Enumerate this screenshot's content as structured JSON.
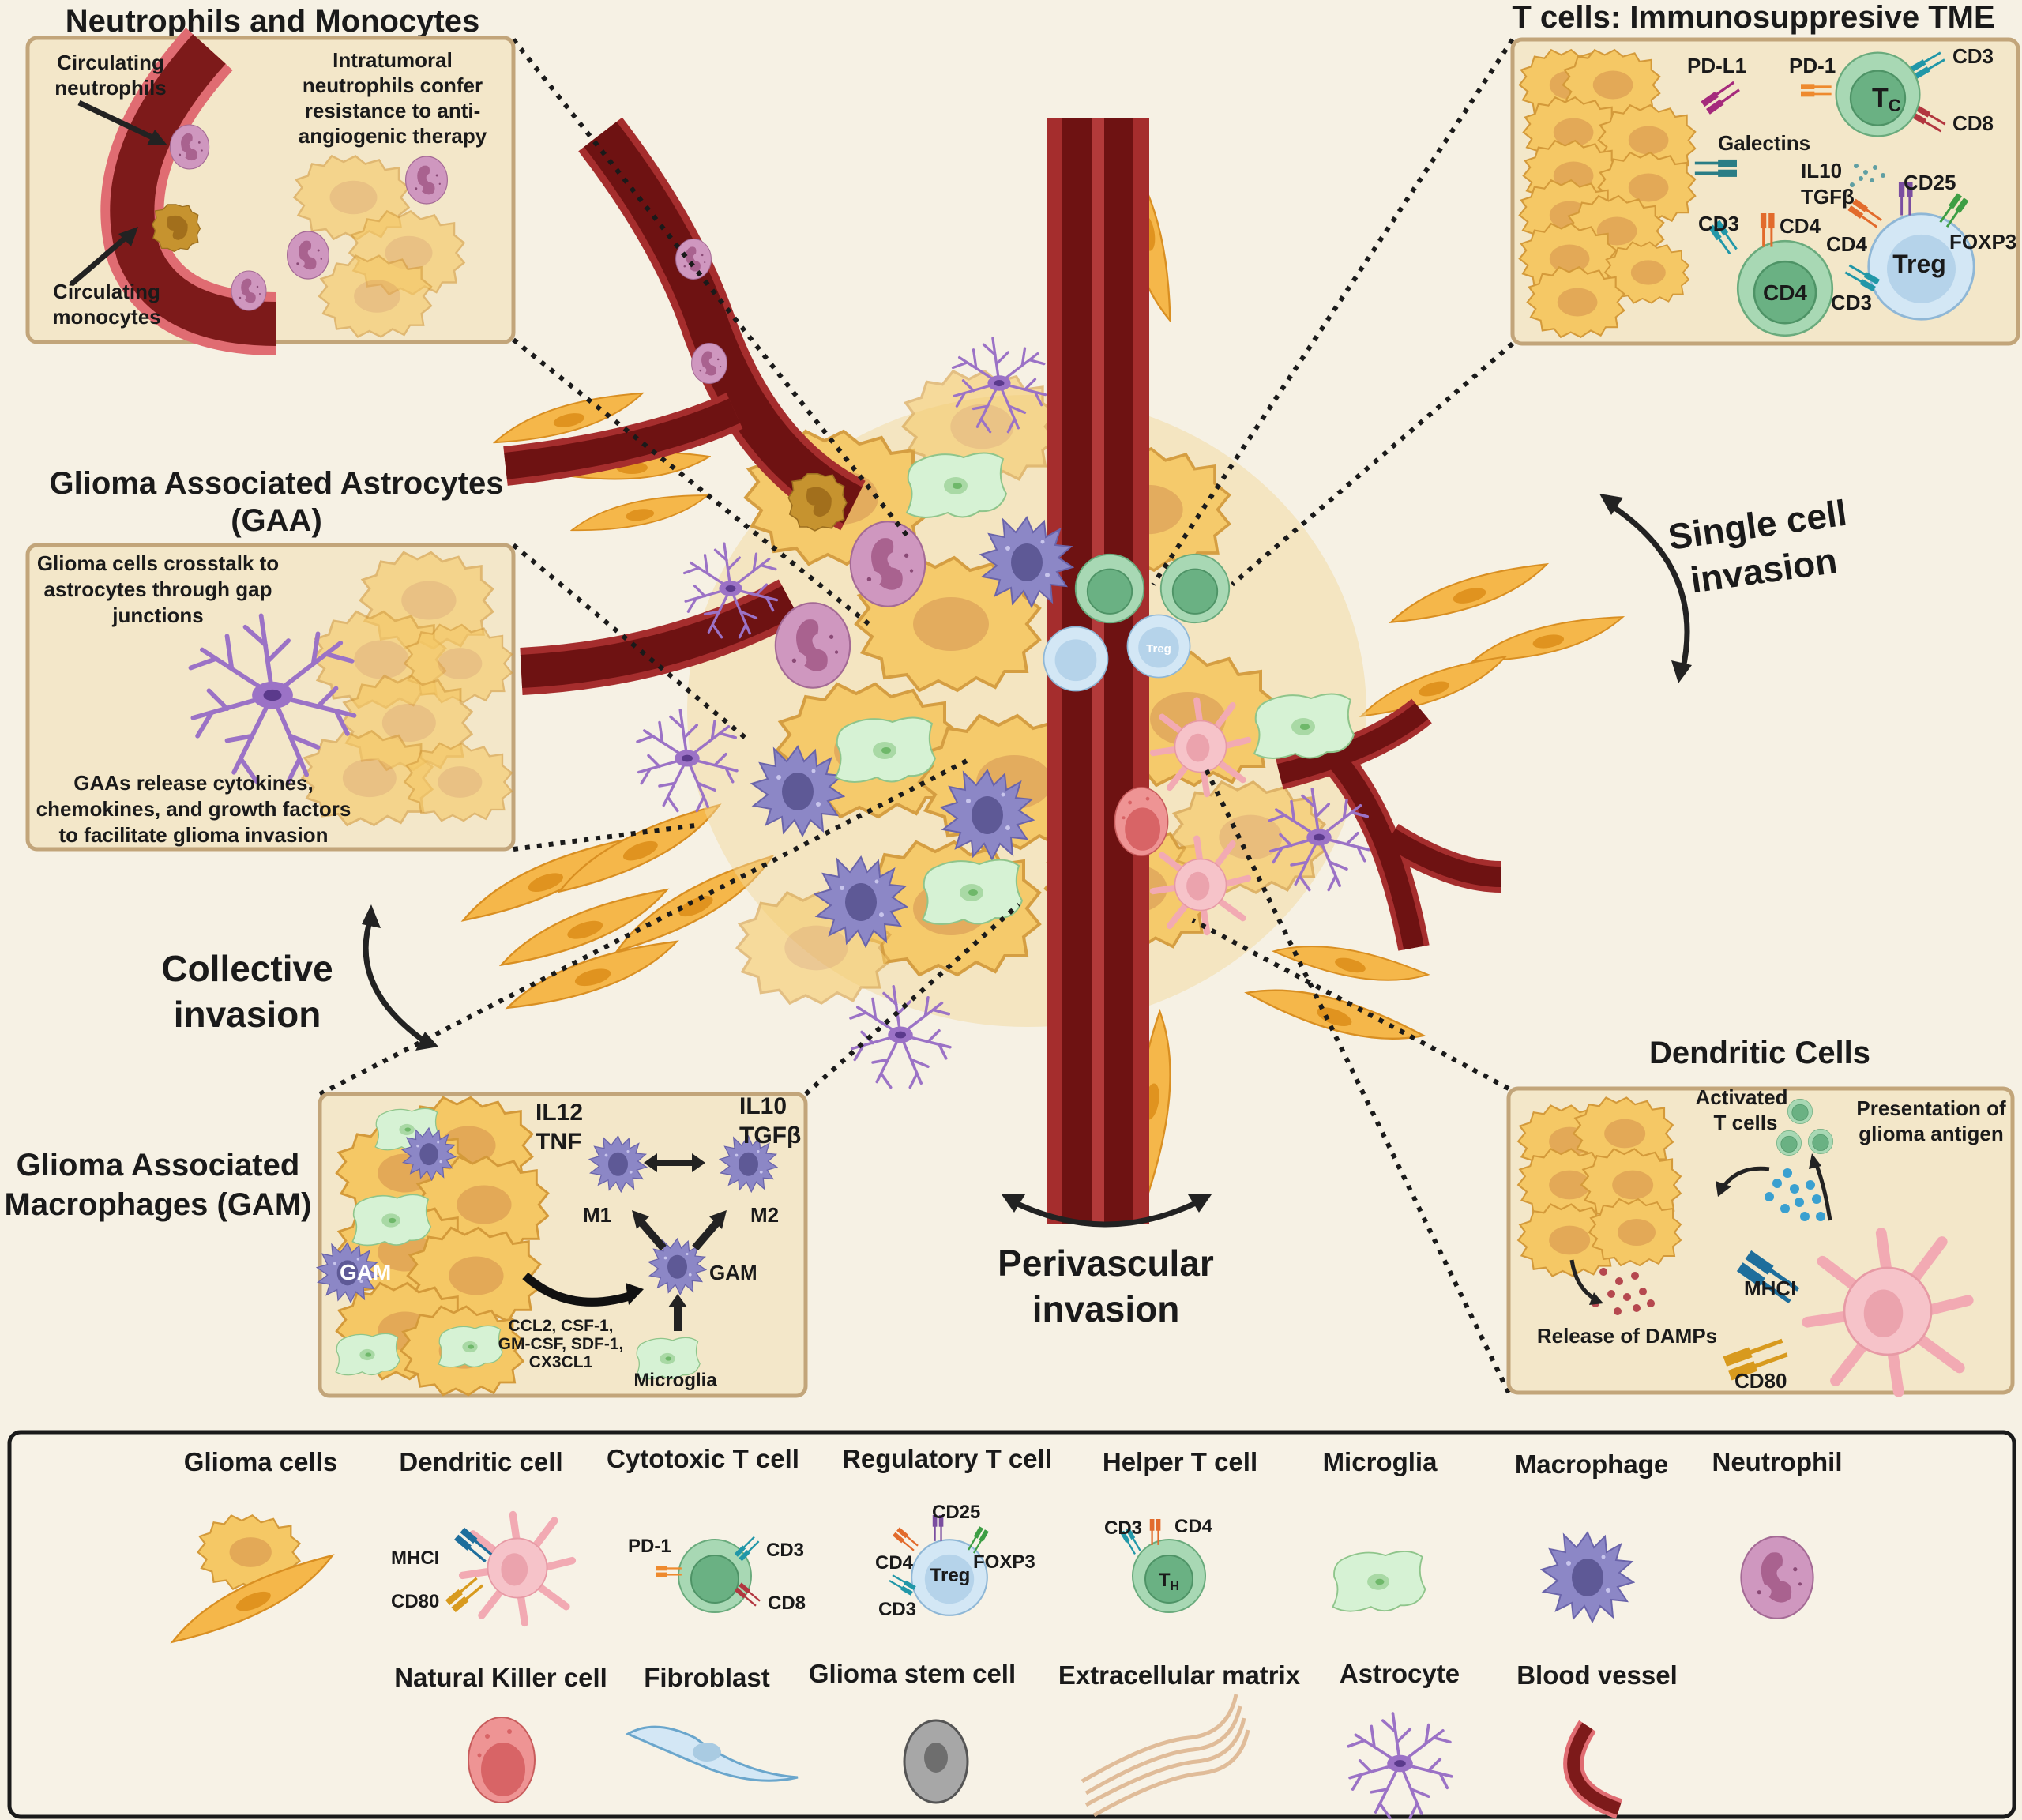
{
  "panels": {
    "neutrophils": {
      "title": "Neutrophils and Monocytes",
      "label_circ_neutrophils": [
        "Circulating",
        "neutrophils"
      ],
      "label_circ_monocytes": [
        "Circulating",
        "monocytes"
      ],
      "note": [
        "Intratumoral",
        "neutrophils confer",
        "resistance to anti-",
        "angiogenic therapy"
      ]
    },
    "gaa": {
      "title": [
        "Glioma Associated Astrocytes",
        "(GAA)"
      ],
      "note_top": [
        "Glioma cells crosstalk to",
        "astrocytes through gap",
        "junctions"
      ],
      "note_bottom": [
        "GAAs release cytokines,",
        "chemokines, and growth factors",
        "to facilitate glioma invasion"
      ]
    },
    "gam": {
      "title": [
        "Glioma Associated",
        "Macrophages (GAM)"
      ],
      "m1_cytokines": [
        "IL12",
        "TNF"
      ],
      "m2_cytokines": [
        "IL10",
        "TGFβ"
      ],
      "m1": "M1",
      "m2": "M2",
      "gam": "GAM",
      "gam_in_tissue": "GAM",
      "chemokines": [
        "CCL2, CSF-1,",
        "GM-CSF, SDF-1,",
        "CX3CL1"
      ],
      "microglia": "Microglia"
    },
    "tcells": {
      "title": "T cells: Immunosuppresive TME",
      "pdl1": "PD-L1",
      "pd1": "PD-1",
      "cd3_tc": "CD3",
      "cd8": "CD8",
      "tc_label": "T",
      "tc_sub": "C",
      "galectins": "Galectins",
      "il10": "IL10",
      "tgfb": "TGFβ",
      "cd25": "CD25",
      "cd3_cd4": "CD3",
      "cd4_cd4": "CD4",
      "cd4_label": "CD4",
      "cd4_treg": "CD4",
      "foxp3": "FOXP3",
      "cd3_treg": "CD3",
      "treg_label": "Treg"
    },
    "dendritic": {
      "title": "Dendritic Cells",
      "activated": [
        "Activated",
        "T cells"
      ],
      "presentation": [
        "Presentation of",
        "glioma antigen"
      ],
      "damps": "Release of DAMPs",
      "mhci": "MHCI",
      "cd80": "CD80"
    }
  },
  "invasion": {
    "collective": [
      "Collective",
      "invasion"
    ],
    "single": [
      "Single cell",
      "invasion"
    ],
    "perivascular": [
      "Perivascular",
      "invasion"
    ]
  },
  "central": {
    "treg_label": "Treg"
  },
  "legend": {
    "row1": [
      {
        "label": "Glioma cells",
        "icon": "glioma-cell-icon"
      },
      {
        "label": "Dendritic cell",
        "icon": "dendritic-cell-icon",
        "markers": [
          "MHCI",
          "CD80"
        ]
      },
      {
        "label": "Cytotoxic T cell",
        "icon": "cytotoxic-t-cell-icon",
        "markers": [
          "PD-1",
          "CD3",
          "CD8"
        ]
      },
      {
        "label": "Regulatory T cell",
        "icon": "regulatory-t-cell-icon",
        "markers": [
          "CD25",
          "CD4",
          "FOXP3",
          "CD3"
        ],
        "cell_label": "Treg"
      },
      {
        "label": "Helper T cell",
        "icon": "helper-t-cell-icon",
        "markers": [
          "CD3",
          "CD4"
        ],
        "cell_label": "T",
        "cell_sub": "H"
      },
      {
        "label": "Microglia",
        "icon": "microglia-icon"
      },
      {
        "label": "Macrophage",
        "icon": "macrophage-icon"
      },
      {
        "label": "Neutrophil",
        "icon": "neutrophil-icon"
      }
    ],
    "row2": [
      {
        "label": "Natural Killer cell",
        "icon": "nk-cell-icon"
      },
      {
        "label": "Fibroblast",
        "icon": "fibroblast-icon"
      },
      {
        "label": "Glioma stem cell",
        "icon": "glioma-stem-cell-icon"
      },
      {
        "label": "Extracellular matrix",
        "icon": "ecm-icon"
      },
      {
        "label": "Astrocyte",
        "icon": "astrocyte-icon"
      },
      {
        "label": "Blood vessel",
        "icon": "blood-vessel-icon"
      }
    ]
  },
  "colors": {
    "background": "#f6f1e4",
    "panel": "#f3e7c9",
    "panel_border": "#c2a57a",
    "glioma": "#f5c865",
    "vessel": "#7d1a1a",
    "macrophage": "#8c87c6",
    "microglia": "#d6f2d4",
    "t_cell": "#8fc9a2",
    "treg": "#c6dff0",
    "dendritic": "#f6c3c9",
    "neutrophil": "#cf97bf",
    "nk": "#ea7f7f",
    "astrocyte": "#9b72c6"
  }
}
